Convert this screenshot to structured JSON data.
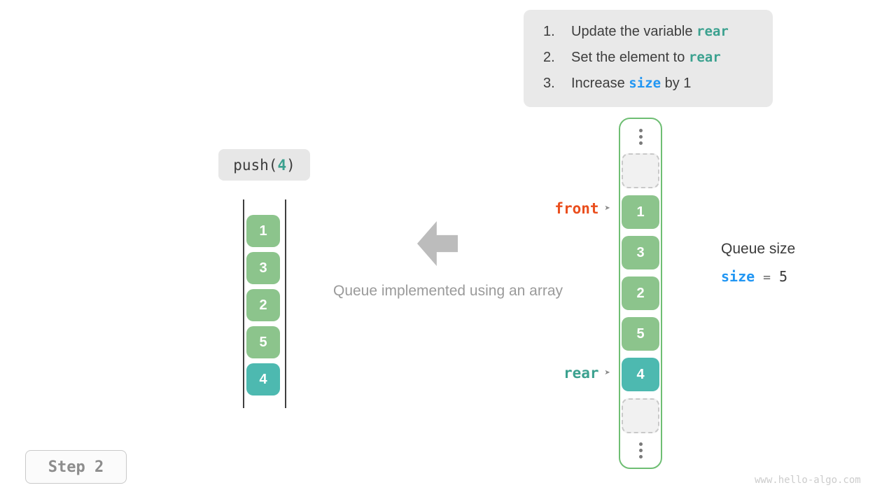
{
  "instructions": {
    "steps": [
      {
        "num": "1.",
        "pre": "Update the variable ",
        "code": "rear",
        "post": ""
      },
      {
        "num": "2.",
        "pre": "Set the element to ",
        "code": "rear",
        "post": ""
      },
      {
        "num": "3.",
        "pre": "Increase ",
        "code": "size",
        "post": " by 1"
      }
    ]
  },
  "push_call": {
    "fn": "push(",
    "arg": "4",
    "close": ")"
  },
  "left_queue": {
    "cells": [
      "1",
      "3",
      "2",
      "5",
      "4"
    ]
  },
  "array_view": {
    "cells": [
      "1",
      "3",
      "2",
      "5",
      "4"
    ],
    "front_label": "front",
    "rear_label": "rear",
    "pointer_glyph": "➤"
  },
  "queue_size": {
    "title": "Queue size",
    "variable": "size",
    "equals": "=",
    "value": "5"
  },
  "caption": "Queue implemented using an array",
  "step_badge": "Step 2",
  "watermark": "www.hello-algo.com",
  "colors": {
    "cell_green": "#8cc48c",
    "cell_teal": "#4db9b0",
    "front_orange": "#ea4e1d",
    "size_blue": "#2196f3",
    "code_teal": "#3ba18f",
    "array_border_green": "#6ebe73"
  }
}
